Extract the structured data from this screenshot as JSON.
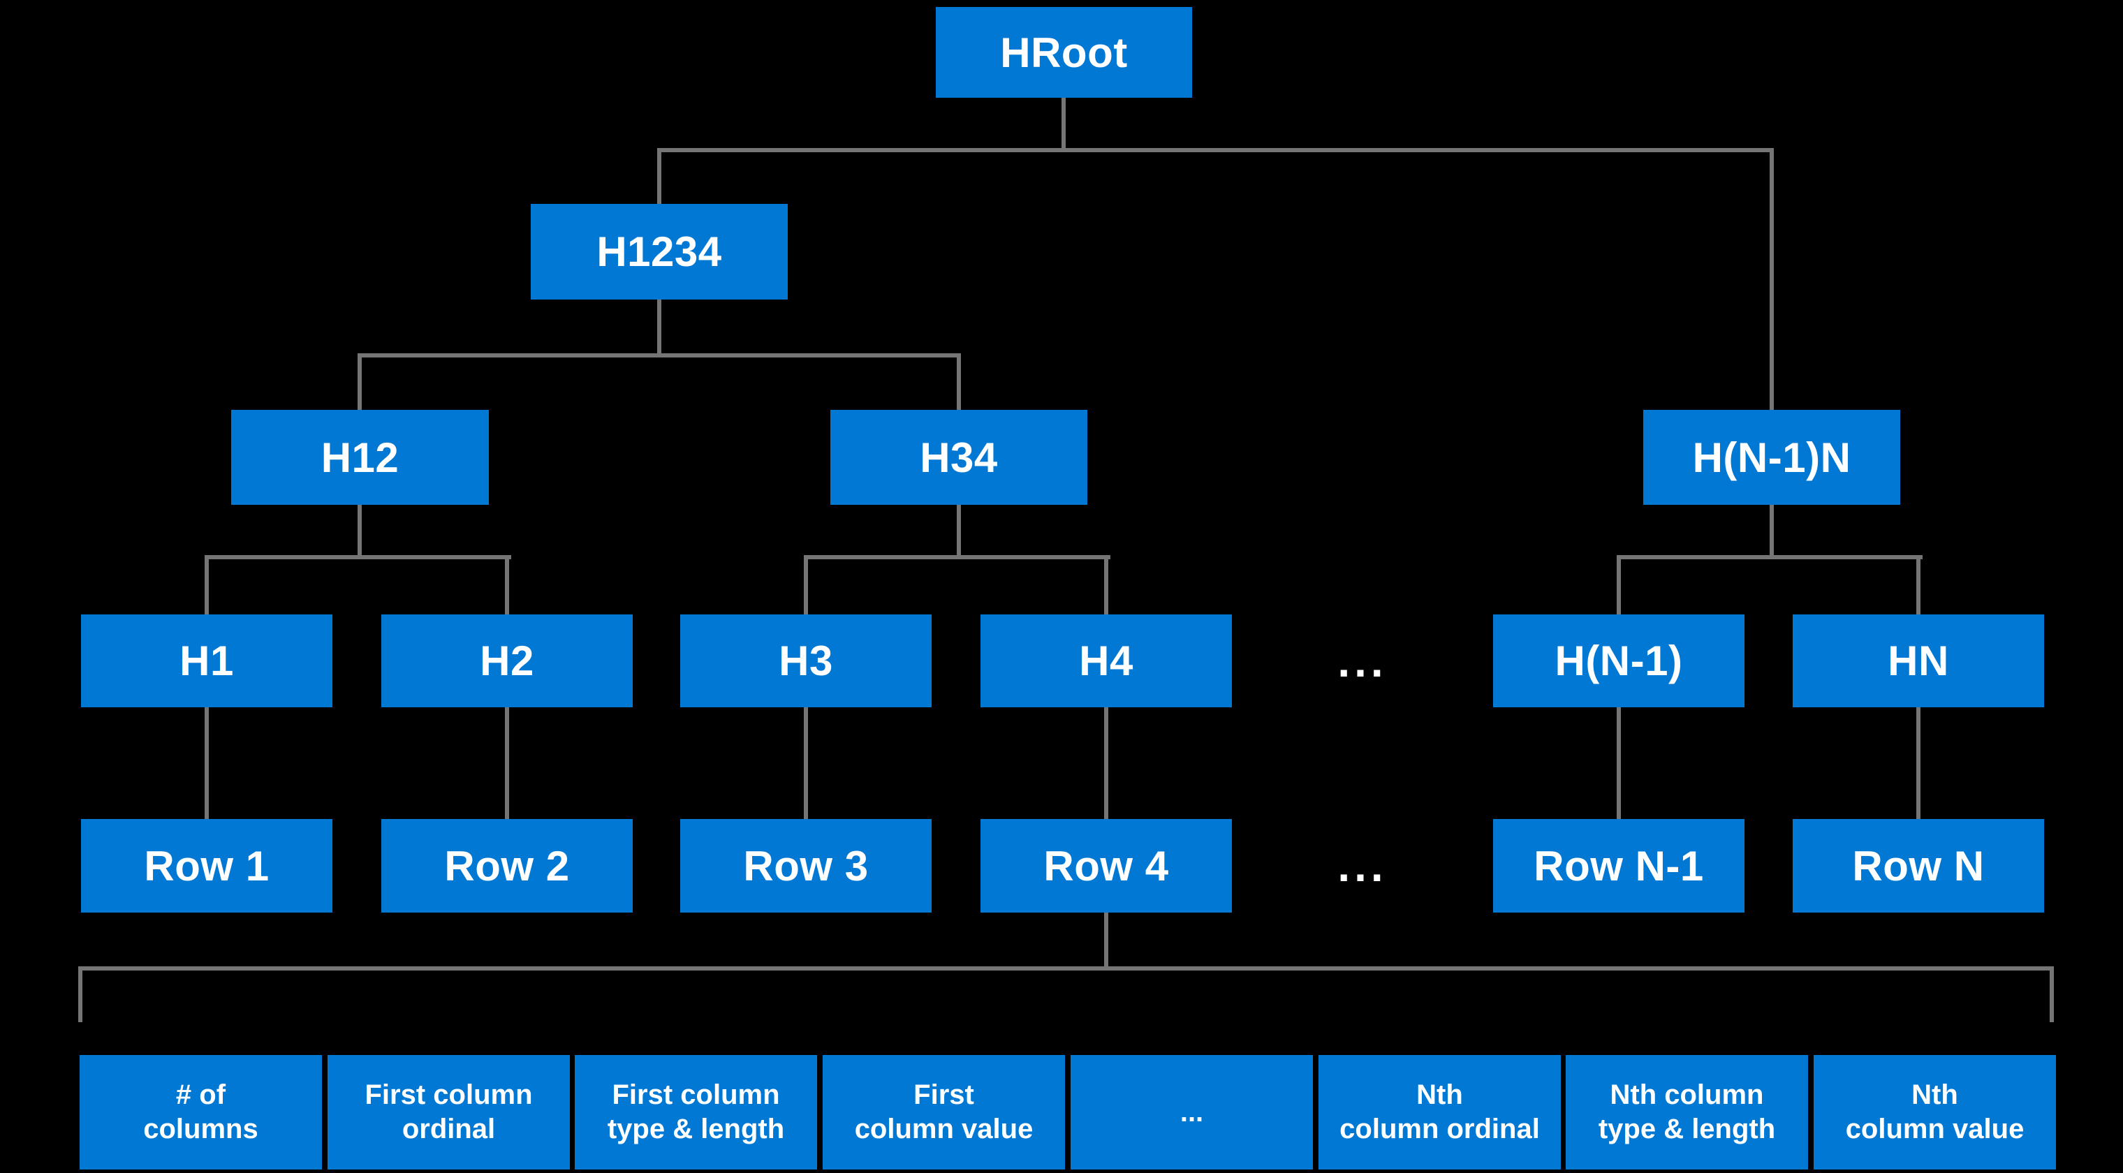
{
  "diagram": {
    "colors": {
      "background": "#000000",
      "node_fill": "#0078D4",
      "node_text": "#FFFFFF",
      "connector": "#757575"
    },
    "nodes": {
      "hroot": "HRoot",
      "h1234": "H1234",
      "h12": "H12",
      "h34": "H34",
      "hn1n": "H(N-1)N",
      "h1": "H1",
      "h2": "H2",
      "h3": "H3",
      "h4": "H4",
      "hn1": "H(N-1)",
      "hn": "HN",
      "row1": "Row 1",
      "row2": "Row 2",
      "row3": "Row 3",
      "row4": "Row 4",
      "rowN1": "Row N-1",
      "rowN": "Row N",
      "hash_level_ellipsis": "...",
      "row_level_ellipsis": "...",
      "columns": [
        "# of\ncolumns",
        "First column\nordinal",
        "First column\ntype & length",
        "First\ncolumn value",
        "...",
        "Nth\ncolumn ordinal",
        "Nth column\ntype & length",
        "Nth\ncolumn value"
      ]
    }
  }
}
